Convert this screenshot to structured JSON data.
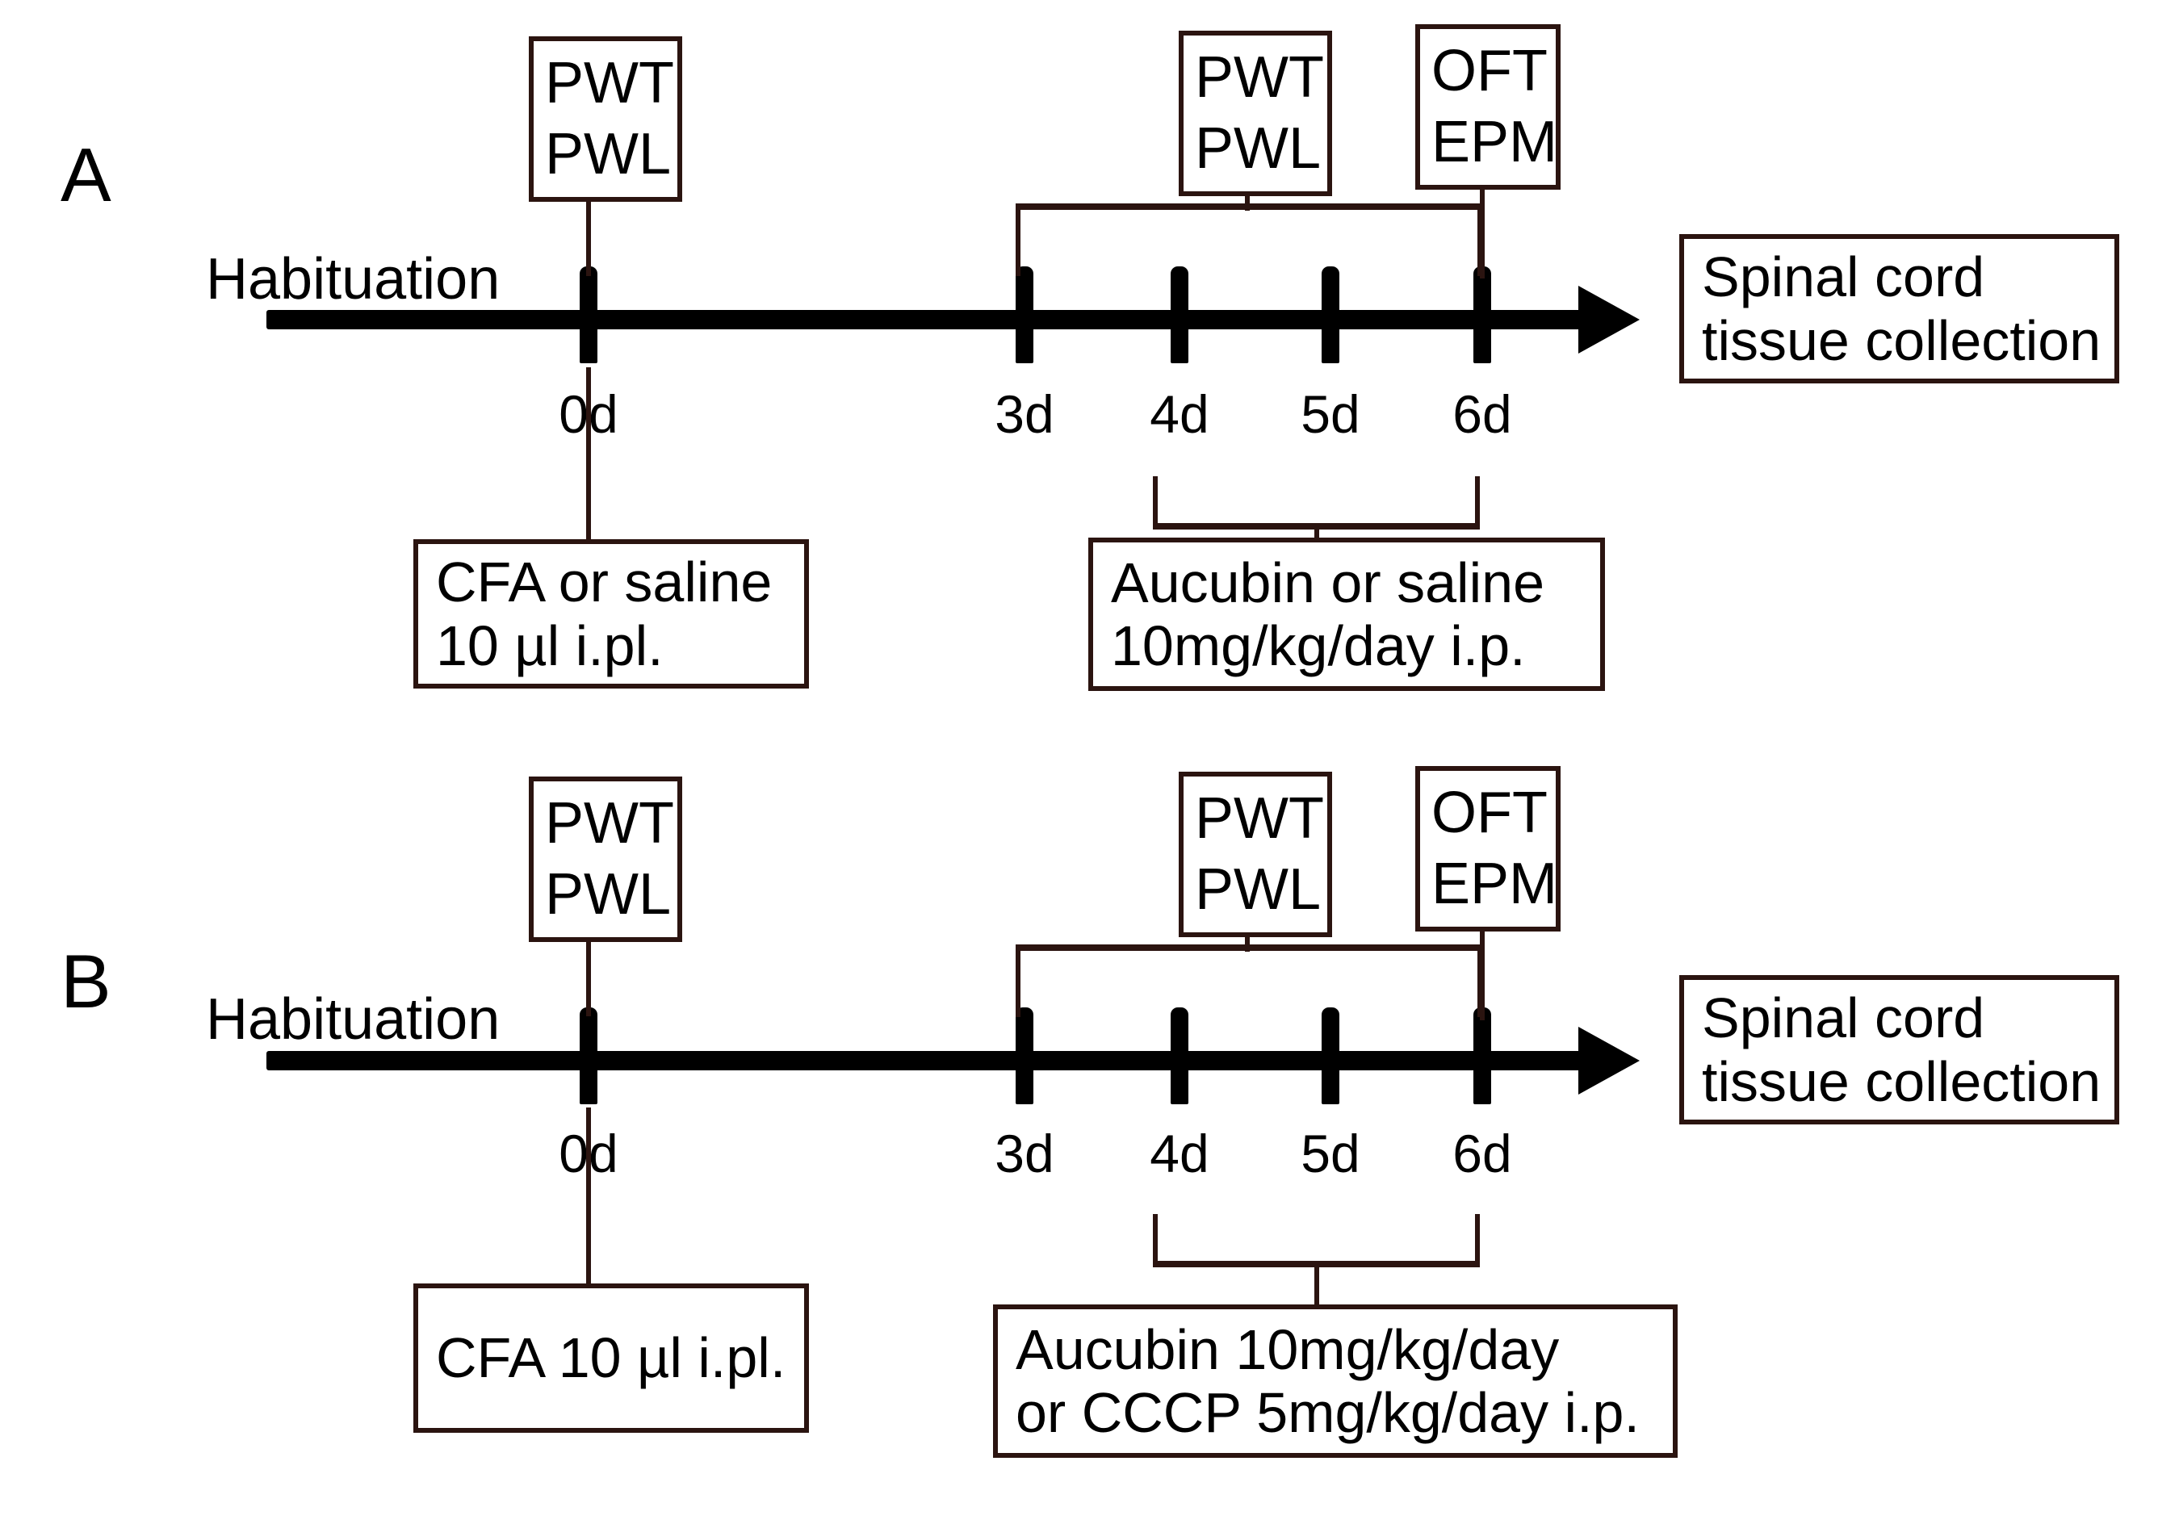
{
  "figure": {
    "background": "#ffffff",
    "line_color": "#2b1410",
    "axis_color": "#000000"
  },
  "panels": [
    {
      "letter": "A",
      "habituation_label": "Habituation",
      "timeline": {
        "days": [
          "0d",
          "3d",
          "4d",
          "5d",
          "6d"
        ]
      },
      "test_box_early": {
        "line1": "PWT",
        "line2": "PWL"
      },
      "test_box_mid": {
        "line1": "PWT",
        "line2": "PWL"
      },
      "test_box_late": {
        "line1": "OFT",
        "line2": "EPM"
      },
      "endpoint_box": {
        "line1": "Spinal cord",
        "line2": "tissue collection"
      },
      "induction_box": {
        "line1": "CFA or saline",
        "line2": "10 µl i.pl."
      },
      "treatment_box": {
        "line1": "Aucubin or saline",
        "line2": "10mg/kg/day  i.p."
      }
    },
    {
      "letter": "B",
      "habituation_label": "Habituation",
      "timeline": {
        "days": [
          "0d",
          "3d",
          "4d",
          "5d",
          "6d"
        ]
      },
      "test_box_early": {
        "line1": "PWT",
        "line2": "PWL"
      },
      "test_box_mid": {
        "line1": "PWT",
        "line2": "PWL"
      },
      "test_box_late": {
        "line1": "OFT",
        "line2": "EPM"
      },
      "endpoint_box": {
        "line1": "Spinal cord",
        "line2": "tissue collection"
      },
      "induction_box": {
        "line1": "CFA 10 µl i.pl.",
        "line2": ""
      },
      "treatment_box": {
        "line1": "Aucubin 10mg/kg/day",
        "line2": "or CCCP 5mg/kg/day i.p."
      }
    }
  ]
}
